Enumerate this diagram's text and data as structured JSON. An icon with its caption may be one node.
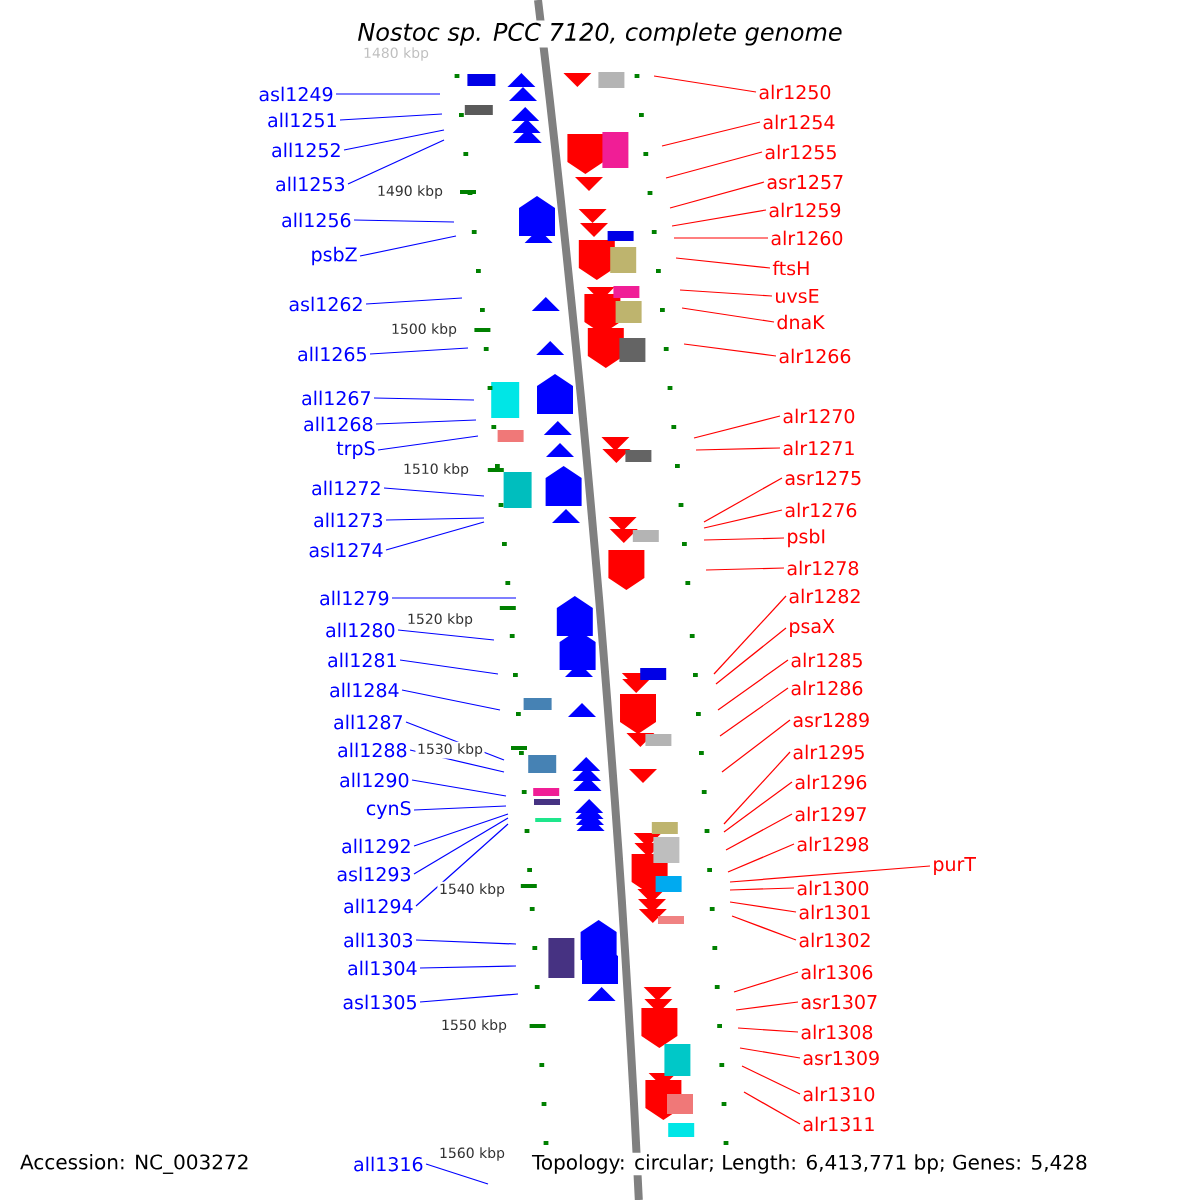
{
  "diagram": {
    "title": "Nostoc sp. PCC 7120, complete genome",
    "nodes": [
      {
        "text": [
          "asl1249"
        ]
      },
      {
        "text": [
          "all1251"
        ]
      },
      {
        "text": [
          "all1252"
        ]
      },
      {
        "text": [
          "all1253"
        ]
      },
      {
        "text": [
          "all1256"
        ]
      },
      {
        "text": [
          "psbZ"
        ]
      },
      {
        "text": [
          "asl1262"
        ]
      },
      {
        "text": [
          "all1265"
        ]
      },
      {
        "text": [
          "all1267"
        ]
      },
      {
        "text": [
          "all1268"
        ]
      },
      {
        "text": [
          "trpS"
        ]
      },
      {
        "text": [
          "all1272"
        ]
      },
      {
        "text": [
          "all1273"
        ]
      },
      {
        "text": [
          "asl1274"
        ]
      },
      {
        "text": [
          "all1279"
        ]
      },
      {
        "text": [
          "all1280"
        ]
      },
      {
        "text": [
          "all1281"
        ]
      },
      {
        "text": [
          "all1284"
        ]
      },
      {
        "text": [
          "all1287"
        ]
      },
      {
        "text": [
          "all1288"
        ]
      },
      {
        "text": [
          "all1290"
        ]
      },
      {
        "text": [
          "cynS"
        ]
      },
      {
        "text": [
          "all1292"
        ]
      },
      {
        "text": [
          "asl1293"
        ]
      },
      {
        "text": [
          "all1294"
        ]
      },
      {
        "text": [
          "all1303"
        ]
      },
      {
        "text": [
          "all1304"
        ]
      },
      {
        "text": [
          "asl1305"
        ]
      },
      {
        "text": [
          "all1316"
        ]
      },
      {
        "text": [
          "alr1250"
        ]
      },
      {
        "text": [
          "alr1254"
        ]
      },
      {
        "text": [
          "alr1255"
        ]
      },
      {
        "text": [
          "asr1257"
        ]
      },
      {
        "text": [
          "alr1259"
        ]
      },
      {
        "text": [
          "alr1260"
        ]
      },
      {
        "text": [
          "ftsH"
        ]
      },
      {
        "text": [
          "uvsE"
        ]
      },
      {
        "text": [
          "dnaK"
        ]
      },
      {
        "text": [
          "alr1266"
        ]
      },
      {
        "text": [
          "alr1270"
        ]
      },
      {
        "text": [
          "alr1271"
        ]
      },
      {
        "text": [
          "asr1275"
        ]
      },
      {
        "text": [
          "alr1276"
        ]
      },
      {
        "text": [
          "psbI"
        ]
      },
      {
        "text": [
          "alr1278"
        ]
      },
      {
        "text": [
          "alr1282"
        ]
      },
      {
        "text": [
          "psaX"
        ]
      },
      {
        "text": [
          "alr1285"
        ]
      },
      {
        "text": [
          "alr1286"
        ]
      },
      {
        "text": [
          "asr1289"
        ]
      },
      {
        "text": [
          "alr1295"
        ]
      },
      {
        "text": [
          "alr1296"
        ]
      },
      {
        "text": [
          "alr1297"
        ]
      },
      {
        "text": [
          "alr1298"
        ]
      },
      {
        "text": [
          "purT"
        ]
      },
      {
        "text": [
          "alr1300"
        ]
      },
      {
        "text": [
          "alr1301"
        ]
      },
      {
        "text": [
          "alr1302"
        ]
      },
      {
        "text": [
          "alr1306"
        ]
      },
      {
        "text": [
          "asr1307"
        ]
      },
      {
        "text": [
          "alr1308"
        ]
      },
      {
        "text": [
          "asr1309"
        ]
      },
      {
        "text": [
          "alr1310"
        ]
      },
      {
        "text": [
          "alr1311"
        ]
      }
    ],
    "edges": [
      {
        "from": 0,
        "to": null,
        "arrow": "none",
        "color": "#0000ff"
      },
      {
        "from": 1,
        "to": null,
        "arrow": "none",
        "color": "#0000ff"
      },
      {
        "from": 2,
        "to": null,
        "arrow": "none",
        "color": "#0000ff"
      },
      {
        "from": 3,
        "to": null,
        "arrow": "none",
        "color": "#0000ff"
      },
      {
        "from": 4,
        "to": null,
        "arrow": "none",
        "color": "#0000ff"
      },
      {
        "from": 5,
        "to": null,
        "arrow": "none",
        "color": "#0000ff"
      },
      {
        "from": 6,
        "to": null,
        "arrow": "none",
        "color": "#0000ff"
      },
      {
        "from": 7,
        "to": null,
        "arrow": "none",
        "color": "#0000ff"
      },
      {
        "from": 8,
        "to": null,
        "arrow": "none",
        "color": "#0000ff"
      },
      {
        "from": 9,
        "to": null,
        "arrow": "none",
        "color": "#0000ff"
      },
      {
        "from": 10,
        "to": null,
        "arrow": "none",
        "color": "#0000ff"
      },
      {
        "from": 11,
        "to": null,
        "arrow": "none",
        "color": "#0000ff"
      },
      {
        "from": 12,
        "to": null,
        "arrow": "none",
        "color": "#0000ff"
      },
      {
        "from": 13,
        "to": null,
        "arrow": "none",
        "color": "#0000ff"
      },
      {
        "from": 14,
        "to": null,
        "arrow": "none",
        "color": "#0000ff"
      },
      {
        "from": 15,
        "to": null,
        "arrow": "none",
        "color": "#0000ff"
      },
      {
        "from": 16,
        "to": null,
        "arrow": "none",
        "color": "#0000ff"
      },
      {
        "from": 17,
        "to": null,
        "arrow": "none",
        "color": "#0000ff"
      },
      {
        "from": 18,
        "to": null,
        "arrow": "none",
        "color": "#0000ff"
      },
      {
        "from": 19,
        "to": null,
        "arrow": "none",
        "color": "#0000ff"
      },
      {
        "from": 20,
        "to": null,
        "arrow": "none",
        "color": "#0000ff"
      },
      {
        "from": 21,
        "to": null,
        "arrow": "none",
        "color": "#0000ff"
      },
      {
        "from": 22,
        "to": null,
        "arrow": "none",
        "color": "#0000ff"
      },
      {
        "from": 23,
        "to": null,
        "arrow": "none",
        "color": "#0000ff"
      },
      {
        "from": 24,
        "to": null,
        "arrow": "none",
        "color": "#0000ff"
      },
      {
        "from": 25,
        "to": null,
        "arrow": "none",
        "color": "#0000ff"
      },
      {
        "from": 26,
        "to": null,
        "arrow": "none",
        "color": "#0000ff"
      },
      {
        "from": 27,
        "to": null,
        "arrow": "none",
        "color": "#0000ff"
      },
      {
        "from": 28,
        "to": null,
        "arrow": "none",
        "color": "#0000ff"
      },
      {
        "from": 29,
        "to": null,
        "arrow": "none"
      },
      {
        "from": 30,
        "to": null,
        "arrow": "none"
      },
      {
        "from": 31,
        "to": null,
        "arrow": "none"
      },
      {
        "from": 32,
        "to": null,
        "arrow": "none"
      },
      {
        "from": 33,
        "to": null,
        "arrow": "none"
      },
      {
        "from": 34,
        "to": null,
        "arrow": "none"
      },
      {
        "from": 35,
        "to": null,
        "arrow": "none"
      },
      {
        "from": 36,
        "to": null,
        "arrow": "none"
      },
      {
        "from": 37,
        "to": null,
        "arrow": "none"
      },
      {
        "from": 38,
        "to": null,
        "arrow": "none"
      },
      {
        "from": 39,
        "to": null,
        "arrow": "none"
      },
      {
        "from": 40,
        "to": null,
        "arrow": "none"
      },
      {
        "from": 41,
        "to": null,
        "arrow": "none"
      },
      {
        "from": 42,
        "to": null,
        "arrow": "none"
      },
      {
        "from": 43,
        "to": null,
        "arrow": "none"
      },
      {
        "from": 44,
        "to": null,
        "arrow": "none"
      },
      {
        "from": 45,
        "to": null,
        "arrow": "none"
      },
      {
        "from": 46,
        "to": null,
        "arrow": "none"
      },
      {
        "from": 47,
        "to": null,
        "arrow": "none"
      },
      {
        "from": 48,
        "to": null,
        "arrow": "none"
      },
      {
        "from": 49,
        "to": null,
        "arrow": "none"
      },
      {
        "from": 50,
        "to": null,
        "arrow": "none"
      },
      {
        "from": 51,
        "to": null,
        "arrow": "none"
      },
      {
        "from": 52,
        "to": null,
        "arrow": "none"
      },
      {
        "from": 53,
        "to": null,
        "arrow": "none"
      },
      {
        "from": 54,
        "to": null,
        "arrow": "none"
      },
      {
        "from": 55,
        "to": null,
        "arrow": "none"
      },
      {
        "from": 56,
        "to": null,
        "arrow": "none"
      },
      {
        "from": 57,
        "to": null,
        "arrow": "none"
      },
      {
        "from": 58,
        "to": null,
        "arrow": "none"
      },
      {
        "from": 59,
        "to": null,
        "arrow": "none"
      },
      {
        "from": 60,
        "to": null,
        "arrow": "none"
      },
      {
        "from": 61,
        "to": null,
        "arrow": "none"
      },
      {
        "from": 62,
        "to": null,
        "arrow": "none"
      },
      {
        "from": 63,
        "to": null,
        "arrow": "none"
      }
    ],
    "labels": [
      "1480 kbp",
      "1490 kbp",
      "1500 kbp",
      "1510 kbp",
      "1520 kbp",
      "1530 kbp",
      "1540 kbp",
      "1550 kbp",
      "Accession: NC_003272",
      "1560 kbp",
      "Topology: circular; Length: 6,413,771 bp; Genes: 5,428"
    ]
  }
}
